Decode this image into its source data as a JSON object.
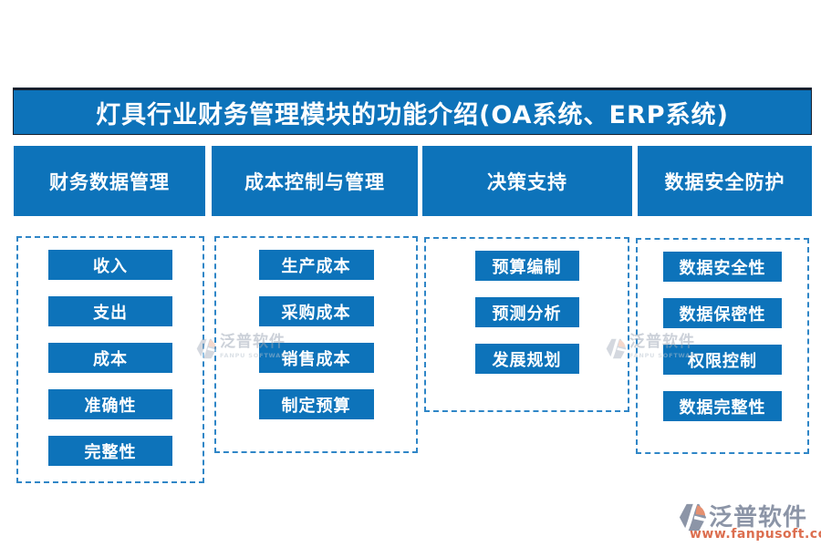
{
  "title": "灯具行业财务管理模块的功能介绍(OA系统、ERP系统)",
  "columns": [
    {
      "header": "财务数据管理",
      "items": [
        "收入",
        "支出",
        "成本",
        "准确性",
        "完整性"
      ]
    },
    {
      "header": "成本控制与管理",
      "items": [
        "生产成本",
        "采购成本",
        "销售成本",
        "制定预算"
      ]
    },
    {
      "header": "决策支持",
      "items": [
        "预算编制",
        "预测分析",
        "发展规划"
      ]
    },
    {
      "header": "数据安全防护",
      "items": [
        "数据安全性",
        "数据保密性",
        "权限控制",
        "数据完整性"
      ]
    }
  ],
  "watermark": {
    "brand": "泛普软件",
    "brand_en": "FANPU SOFTWARE"
  },
  "footer_logo": {
    "brand": "泛普软件",
    "url": "www.fanpusoft.com"
  },
  "colors": {
    "primary_blue": "#0d73ba",
    "dashed_border": "#2f86c7",
    "banner_edge": "#17202e",
    "logo_gray": "#8c95a7",
    "logo_orange": "#dc6e4f",
    "icon_orange": "#e59070"
  }
}
